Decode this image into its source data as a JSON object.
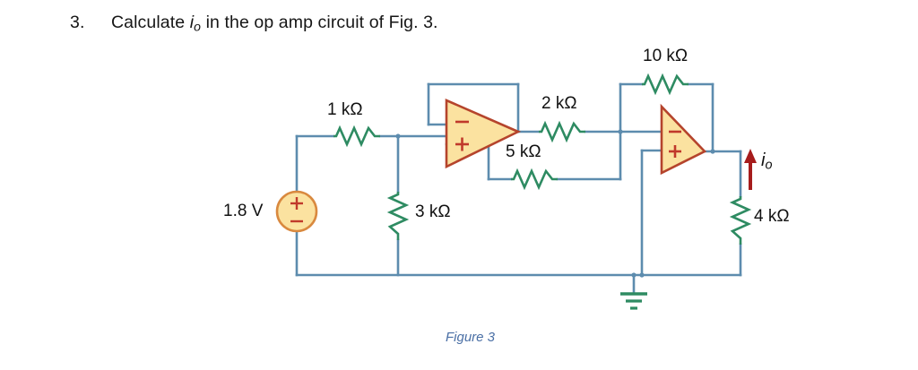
{
  "problem": {
    "number": "3.",
    "text_before": "Calculate ",
    "symbol": "i",
    "symbol_sub": "o",
    "text_after": " in the op amp circuit of Fig. 3."
  },
  "caption": "Figure 3",
  "colors": {
    "wire": "#5d8cae",
    "resistor": "#2e8b62",
    "opamp_fill": "#fbe2a0",
    "opamp_stroke": "#b5442c",
    "source_fill": "#fbe2a0",
    "source_stroke": "#d9893f",
    "terminal": "#c0392b",
    "arrow": "#a61c1c",
    "ground": "#2e8b62",
    "caption": "#4a6fa5"
  },
  "circuit": {
    "source": {
      "label": "1.8 V",
      "plus": "+",
      "minus": "−"
    },
    "resistors": [
      {
        "name": "r1",
        "label": "1 kΩ"
      },
      {
        "name": "r3",
        "label": "3 kΩ"
      },
      {
        "name": "r2",
        "label": "2 kΩ"
      },
      {
        "name": "r5",
        "label": "5 kΩ"
      },
      {
        "name": "r10",
        "label": "10 kΩ"
      },
      {
        "name": "r4",
        "label": "4 kΩ"
      }
    ],
    "opamps": [
      {
        "name": "opamp-1",
        "inverting": "−",
        "noninverting": "+"
      },
      {
        "name": "opamp-2",
        "inverting": "−",
        "noninverting": "+"
      }
    ],
    "current": {
      "symbol": "i",
      "subscript": "o"
    }
  }
}
